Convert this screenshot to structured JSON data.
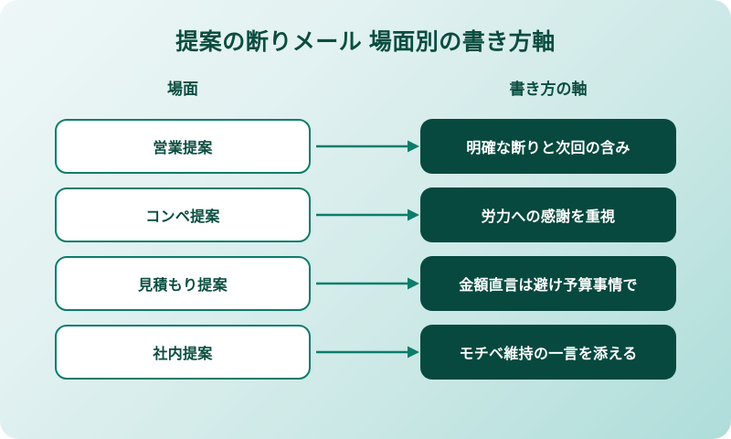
{
  "title": "提案の断りメール 場面別の書き方軸",
  "columns": {
    "left_header": "場面",
    "right_header": "書き方の軸"
  },
  "colors": {
    "title_text": "#0b4d40",
    "scene_card_bg": "#ffffff",
    "scene_card_border": "#0c7d6b",
    "scene_card_text": "#0b4d40",
    "axis_card_bg": "#07493f",
    "axis_card_text": "#ffffff",
    "arrow": "#0c7d6b",
    "background_from": "#eef7f7",
    "background_to": "#aeddd9"
  },
  "rows": [
    {
      "scene": "営業提案",
      "axis": "明確な断りと次回の含み",
      "connector": "arrow-right-icon"
    },
    {
      "scene": "コンペ提案",
      "axis": "労力への感謝を重視",
      "connector": "arrow-right-icon"
    },
    {
      "scene": "見積もり提案",
      "axis": "金額直言は避け予算事情で",
      "connector": "arrow-right-icon"
    },
    {
      "scene": "社内提案",
      "axis": "モチベ維持の一言を添える",
      "connector": "arrow-right-icon"
    }
  ]
}
